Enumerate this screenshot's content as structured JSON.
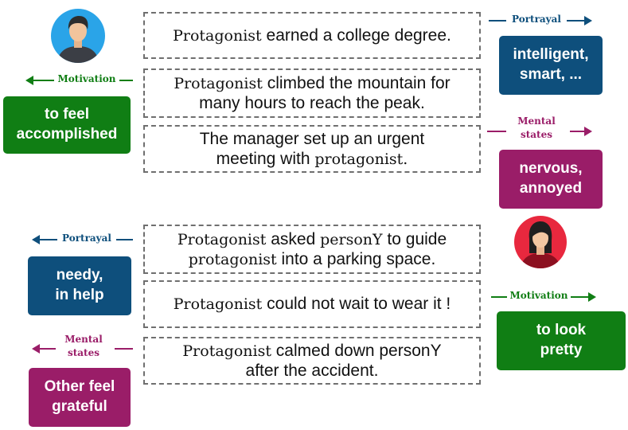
{
  "sentences": [
    {
      "p1": "Protagonist",
      "p2": " earned a college degree.",
      "p3": "",
      "p4": "",
      "p5": ""
    },
    {
      "p1": "Protagonist",
      "p2": " climbed the mountain for",
      "p3": "many hours to reach the peak.",
      "p4": "",
      "p5": ""
    },
    {
      "p1": "",
      "p2": "The manager set up an urgent",
      "p3": "meeting with ",
      "p4": "protagonist.",
      "p5": ""
    },
    {
      "p1": "Protagonist",
      "p2": " asked ",
      "p3": "personY",
      "p4": " to guide",
      "p5": "protagonist",
      "p6": " into a parking space."
    },
    {
      "p1": "Protagonist",
      "p2": " could not wait to wear it !",
      "p3": "",
      "p4": "",
      "p5": ""
    },
    {
      "p1": "Protagonist",
      "p2": " calmed down personY",
      "p3": "after the accident.",
      "p4": "",
      "p5": ""
    }
  ],
  "labels": {
    "portrayal": "Portrayal",
    "motivation": "Motivation",
    "mental_1": "Mental",
    "mental_2": "states"
  },
  "tags": {
    "top_right_portrayal": {
      "line1": "intelligent,",
      "line2": "smart, ..."
    },
    "top_left_motivation": {
      "line1": "to feel",
      "line2": "accomplished"
    },
    "top_right_mental": {
      "line1": "nervous,",
      "line2": "annoyed"
    },
    "bottom_left_portrayal": {
      "line1": "needy,",
      "line2": "in help"
    },
    "bottom_right_motivation": {
      "line1": "to look",
      "line2": "pretty"
    },
    "bottom_left_mental": {
      "line1": "Other feel",
      "line2": "grateful"
    }
  },
  "colors": {
    "portrayal": "#0e4f7c",
    "motivation": "#107e14",
    "mental_states": "#9a1d68"
  },
  "icons": [
    "male-avatar-icon",
    "female-avatar-icon"
  ]
}
